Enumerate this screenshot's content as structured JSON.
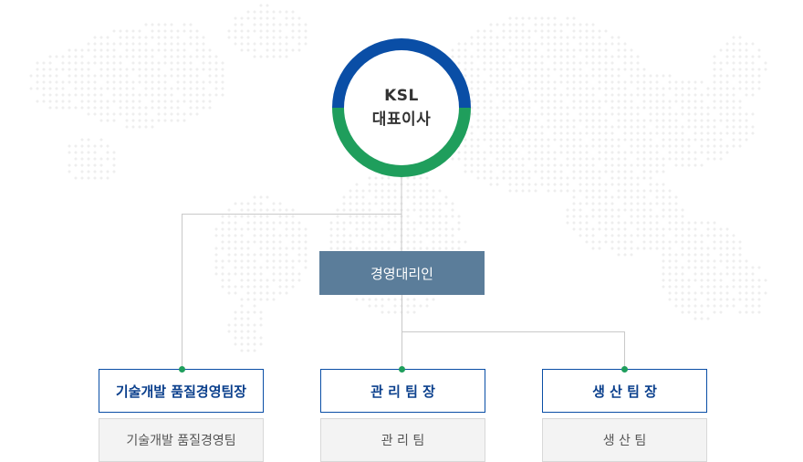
{
  "colors": {
    "ceo_ring_top": "#0a4ea6",
    "ceo_ring_bottom": "#1f9e5c",
    "deputy_bg": "#5b7d9a",
    "head_border": "#0a4ea6",
    "connector_dot": "#1f9e5c"
  },
  "ceo": {
    "line1": "KSL",
    "line2": "대표이사"
  },
  "deputy": {
    "label": "경영대리인"
  },
  "departments": [
    {
      "head": "기술개발 품질경영팀장",
      "team": "기술개발 품질경영팀"
    },
    {
      "head": "관 리 팀 장",
      "team": "관 리 팀"
    },
    {
      "head": "생 산 팀 장",
      "team": "생 산 팀"
    }
  ]
}
